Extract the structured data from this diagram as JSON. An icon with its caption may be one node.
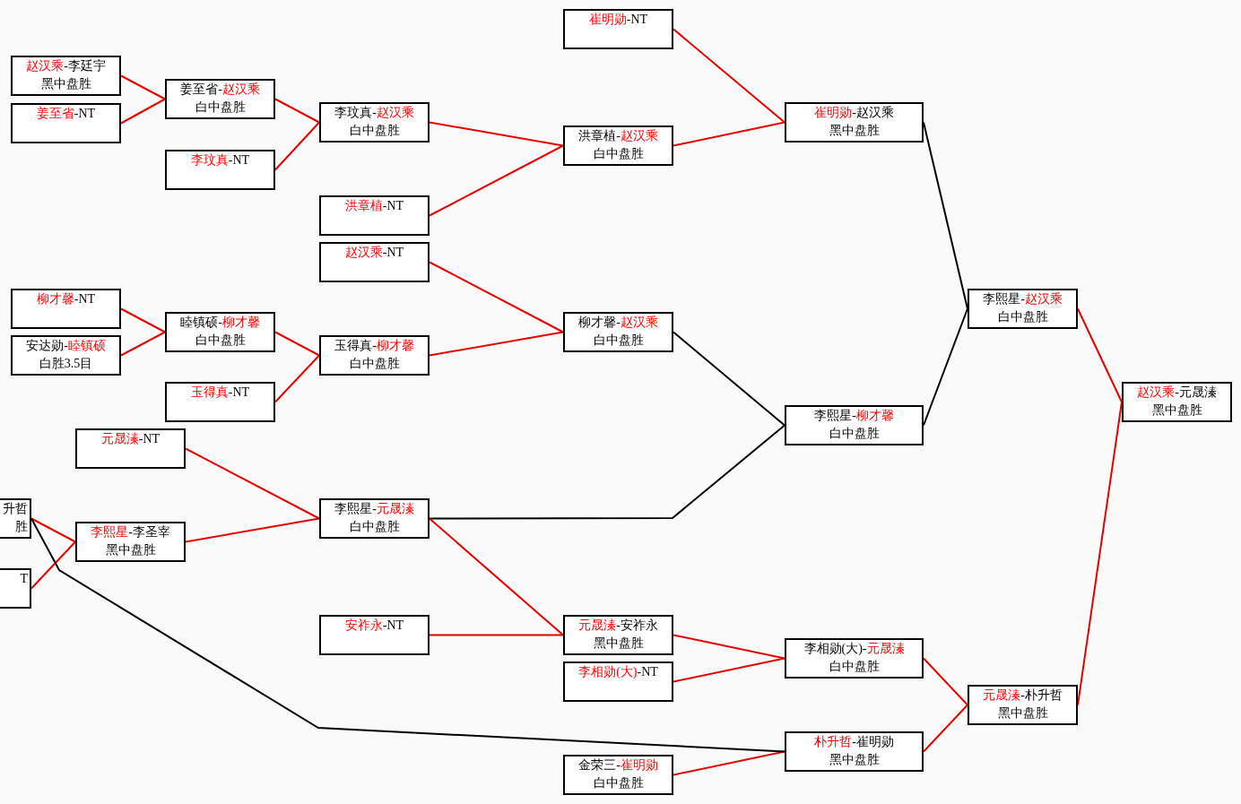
{
  "diagram": {
    "nodes": [
      {
        "text": [
          "赵汉乘-李廷宇",
          "黑中盘胜"
        ]
      },
      {
        "text": [
          "姜至省-NT"
        ]
      },
      {
        "text": [
          "姜至省-赵汉乘",
          "白中盘胜"
        ]
      },
      {
        "text": [
          "李玟真-NT"
        ]
      },
      {
        "text": [
          "李玟真-赵汉乘",
          "白中盘胜"
        ]
      },
      {
        "text": [
          "洪章植-NT"
        ]
      },
      {
        "text": [
          "赵汉乘-NT"
        ]
      },
      {
        "text": [
          "崔明勋-NT"
        ]
      },
      {
        "text": [
          "洪章植-赵汉乘",
          "白中盘胜"
        ]
      },
      {
        "text": [
          "崔明勋-赵汉乘",
          "黑中盘胜"
        ]
      },
      {
        "text": [
          "柳才馨-NT"
        ]
      },
      {
        "text": [
          "安达勋-睦镇硕",
          "白胜3.5目"
        ]
      },
      {
        "text": [
          "睦镇硕-柳才馨",
          "白中盘胜"
        ]
      },
      {
        "text": [
          "玉得真-NT"
        ]
      },
      {
        "text": [
          "玉得真-柳才馨",
          "白中盘胜"
        ]
      },
      {
        "text": [
          "柳才馨-赵汉乘",
          "白中盘胜"
        ]
      },
      {
        "text": [
          "李熙星-赵汉乘",
          "白中盘胜"
        ]
      },
      {
        "text": [
          "赵汉乘-元晟溱",
          "黑中盘胜"
        ]
      },
      {
        "text": [
          "李熙星-柳才馨",
          "白中盘胜"
        ]
      },
      {
        "text": [
          "元晟溱-NT"
        ]
      },
      {
        "text": [
          "升哲",
          "胜"
        ]
      },
      {
        "text": [
          "李熙星-李圣宰",
          "黑中盘胜"
        ]
      },
      {
        "text": [
          "李熙星-元晟溱",
          "白中盘胜"
        ]
      },
      {
        "text": [
          "T"
        ]
      },
      {
        "text": [
          "安祚永-NT"
        ]
      },
      {
        "text": [
          "元晟溱-安祚永",
          "黑中盘胜"
        ]
      },
      {
        "text": [
          "李相勋(大)-NT"
        ]
      },
      {
        "text": [
          "李相勋(大)-元晟溱",
          "白中盘胜"
        ]
      },
      {
        "text": [
          "元晟溱-朴升哲",
          "黑中盘胜"
        ]
      },
      {
        "text": [
          "朴升哲-崔明勋",
          "黑中盘胜"
        ]
      },
      {
        "text": [
          "金荣三-崔明勋",
          "白中盘胜"
        ]
      }
    ],
    "edges": [
      {
        "from": 0,
        "to": 2,
        "arrow": "none"
      },
      {
        "from": 1,
        "to": 2,
        "arrow": "none"
      },
      {
        "from": 2,
        "to": 4,
        "arrow": "none"
      },
      {
        "from": 3,
        "to": 4,
        "arrow": "none"
      },
      {
        "from": 4,
        "to": 8,
        "arrow": "none"
      },
      {
        "from": 5,
        "to": 8,
        "arrow": "none"
      },
      {
        "from": 7,
        "to": 9,
        "arrow": "none"
      },
      {
        "from": 8,
        "to": 9,
        "arrow": "none"
      },
      {
        "from": 9,
        "to": 16,
        "arrow": "none",
        "color": "#000000"
      },
      {
        "from": 6,
        "to": 15,
        "arrow": "none"
      },
      {
        "from": 10,
        "to": 12,
        "arrow": "none"
      },
      {
        "from": 11,
        "to": 12,
        "arrow": "none"
      },
      {
        "from": 12,
        "to": 14,
        "arrow": "none"
      },
      {
        "from": 13,
        "to": 14,
        "arrow": "none"
      },
      {
        "from": 14,
        "to": 15,
        "arrow": "none"
      },
      {
        "from": 15,
        "to": 18,
        "arrow": "none",
        "color": "#000000"
      },
      {
        "from": 19,
        "to": 22,
        "arrow": "none"
      },
      {
        "from": 21,
        "to": 22,
        "arrow": "none"
      },
      {
        "from": 20,
        "to": 21,
        "arrow": "none"
      },
      {
        "from": 23,
        "to": 21,
        "arrow": "none"
      },
      {
        "from": 22,
        "to": 18,
        "arrow": "none",
        "color": "#000000"
      },
      {
        "from": 22,
        "to": 25,
        "arrow": "none"
      },
      {
        "from": 24,
        "to": 25,
        "arrow": "none"
      },
      {
        "from": 25,
        "to": 27,
        "arrow": "none"
      },
      {
        "from": 26,
        "to": 27,
        "arrow": "none"
      },
      {
        "from": 18,
        "to": 16,
        "arrow": "none",
        "color": "#000000"
      },
      {
        "from": 16,
        "to": 17,
        "arrow": "none"
      },
      {
        "from": 27,
        "to": 28,
        "arrow": "none"
      },
      {
        "from": 29,
        "to": 28,
        "arrow": "none"
      },
      {
        "from": 28,
        "to": 17,
        "arrow": "none"
      },
      {
        "from": 30,
        "to": 29,
        "arrow": "none"
      },
      {
        "from": 20,
        "to": 29,
        "arrow": "none",
        "color": "#000000"
      }
    ]
  }
}
